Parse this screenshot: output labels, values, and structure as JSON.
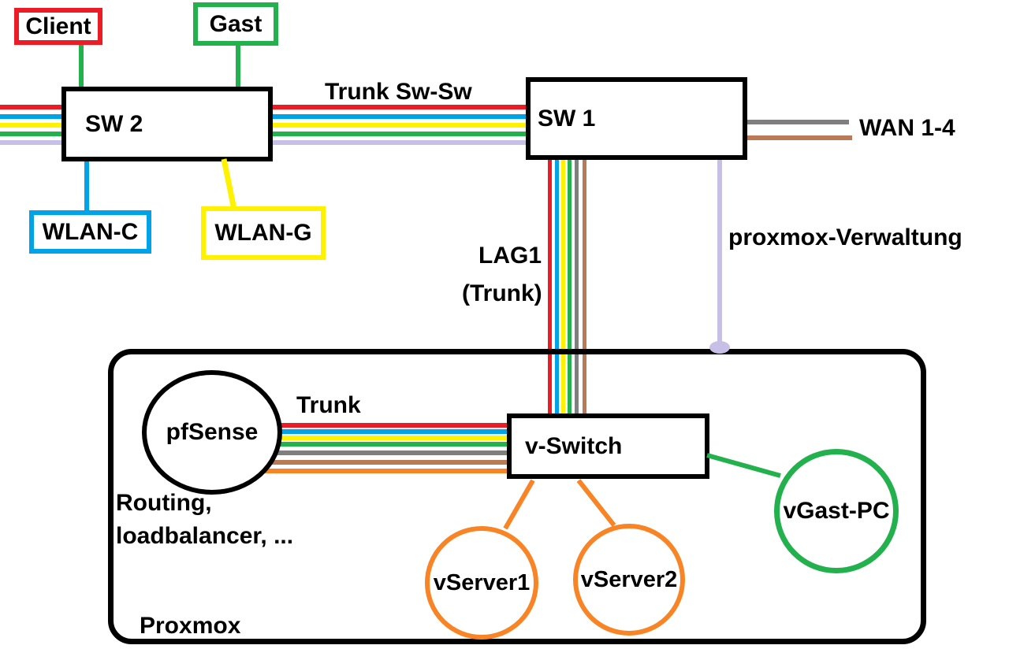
{
  "palette": {
    "red": "#ED1C24",
    "blue": "#00A2E8",
    "yellow": "#FFF200",
    "green": "#22B14C",
    "lavender": "#C8BFE7",
    "gray": "#7F7F7F",
    "brown": "#B97A57",
    "orange": "#F88425",
    "black": "#000000"
  },
  "nodes": {
    "client": {
      "label": "Client"
    },
    "gast": {
      "label": "Gast"
    },
    "sw2": {
      "label": "SW 2"
    },
    "sw1": {
      "label": "SW 1"
    },
    "wlan_c": {
      "label": "WLAN-C"
    },
    "wlan_g": {
      "label": "WLAN-G"
    },
    "pfsense": {
      "label": "pfSense"
    },
    "vswitch": {
      "label": "v-Switch"
    },
    "vserver1": {
      "label": "vServer1"
    },
    "vserver2": {
      "label": "vServer2"
    },
    "vgast_pc": {
      "label": "vGast-PC"
    },
    "proxmox": {
      "label": "Proxmox"
    }
  },
  "labels": {
    "trunk_sw_sw": "Trunk Sw-Sw",
    "wan": "WAN 1-4",
    "lag1": "LAG1",
    "lag1_sub": "(Trunk)",
    "proxmox_mgmt": "proxmox-Verwaltung",
    "trunk": "Trunk",
    "pfsense_role_line1": "Routing,",
    "pfsense_role_line2": "loadbalancer, ..."
  },
  "connections": {
    "trunk_sw2_sw1_vlans": [
      "red",
      "blue",
      "yellow",
      "green",
      "lavender"
    ],
    "edge_uplink_vlans": [
      "red",
      "blue",
      "yellow",
      "green",
      "lavender"
    ],
    "lag1_trunk_vlans": [
      "red",
      "blue",
      "yellow",
      "green",
      "gray",
      "brown"
    ],
    "pfsense_trunk_vlans": [
      "red",
      "blue",
      "yellow",
      "green",
      "gray",
      "brown",
      "orange"
    ],
    "wan_uplinks": [
      "gray",
      "brown"
    ],
    "client_link": "green",
    "gast_link": "green",
    "wlan_c_link": "blue",
    "wlan_g_link": "yellow",
    "vgast_pc_link": "green",
    "vserver_links": "orange",
    "management_link": "lavender"
  }
}
